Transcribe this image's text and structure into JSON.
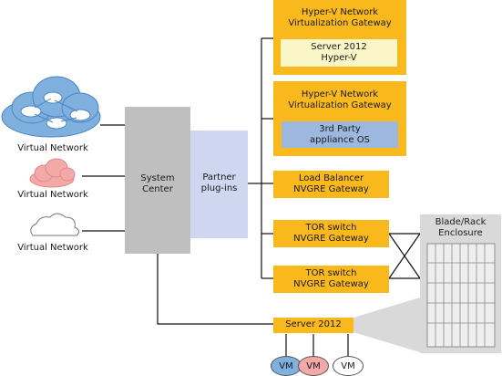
{
  "gateways": {
    "hyperv1": {
      "title1": "Hyper-V Network",
      "title2": "Virtualization Gateway",
      "inner1": "Server 2012",
      "inner2": "Hyper-V"
    },
    "hyperv2": {
      "title1": "Hyper-V Network",
      "title2": "Virtualization Gateway",
      "inner1": "3rd Party",
      "inner2": "appliance OS"
    },
    "lb": {
      "line1": "Load Balancer",
      "line2": "NVGRE Gateway"
    },
    "tor1": {
      "line1": "TOR switch",
      "line2": "NVGRE Gateway"
    },
    "tor2": {
      "line1": "TOR switch",
      "line2": "NVGRE Gateway"
    },
    "server": {
      "label": "Server 2012"
    }
  },
  "networks": [
    {
      "label": "Virtual Network",
      "color": "#7fb0de"
    },
    {
      "label": "Virtual Network",
      "color": "#f4a9a9"
    },
    {
      "label": "Virtual Network",
      "color": "#ffffff"
    }
  ],
  "system_center": {
    "line1": "System",
    "line2": "Center"
  },
  "partner": {
    "line1": "Partner",
    "line2": "plug-ins"
  },
  "blade": {
    "line1": "Blade/Rack",
    "line2": "Enclosure"
  },
  "vms": [
    {
      "label": "VM",
      "color": "#7fb0de"
    },
    {
      "label": "VM",
      "color": "#f4a9a9"
    },
    {
      "label": "VM",
      "color": "#ffffff"
    }
  ],
  "colors": {
    "gateway": "#f9b91d",
    "inner_light": "#fbf6c8",
    "inner_blue": "#9db8df",
    "system_center": "#bfbfbf",
    "partner": "#cfd7f0",
    "blade": "#d9d9d9"
  }
}
